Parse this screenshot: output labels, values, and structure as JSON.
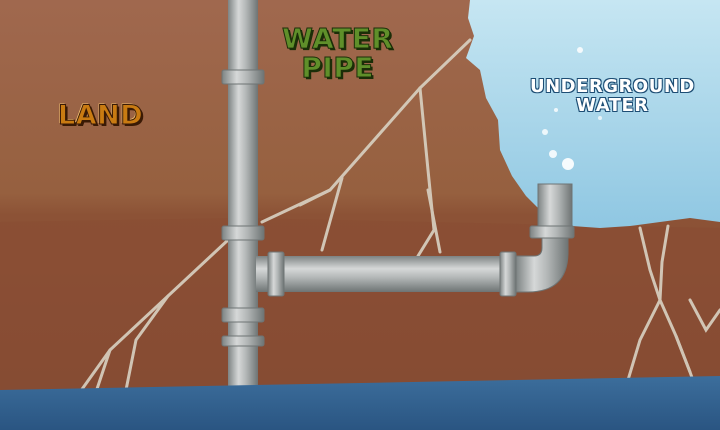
{
  "labels": {
    "land": "LAND",
    "water_pipe": [
      "WATER",
      "PIPE"
    ],
    "underground_water": [
      "UNDERGROUND",
      "WATER"
    ]
  },
  "colors": {
    "soil_upper": "#9a6248",
    "soil_lower": "#8a4f35",
    "underground_water": "#a9d6ea",
    "pipe": "#b9bcbc",
    "pipe_dark": "#7f8585",
    "ground_water_bottom": "#2f5c8a",
    "crack": "#d8d4c8"
  }
}
